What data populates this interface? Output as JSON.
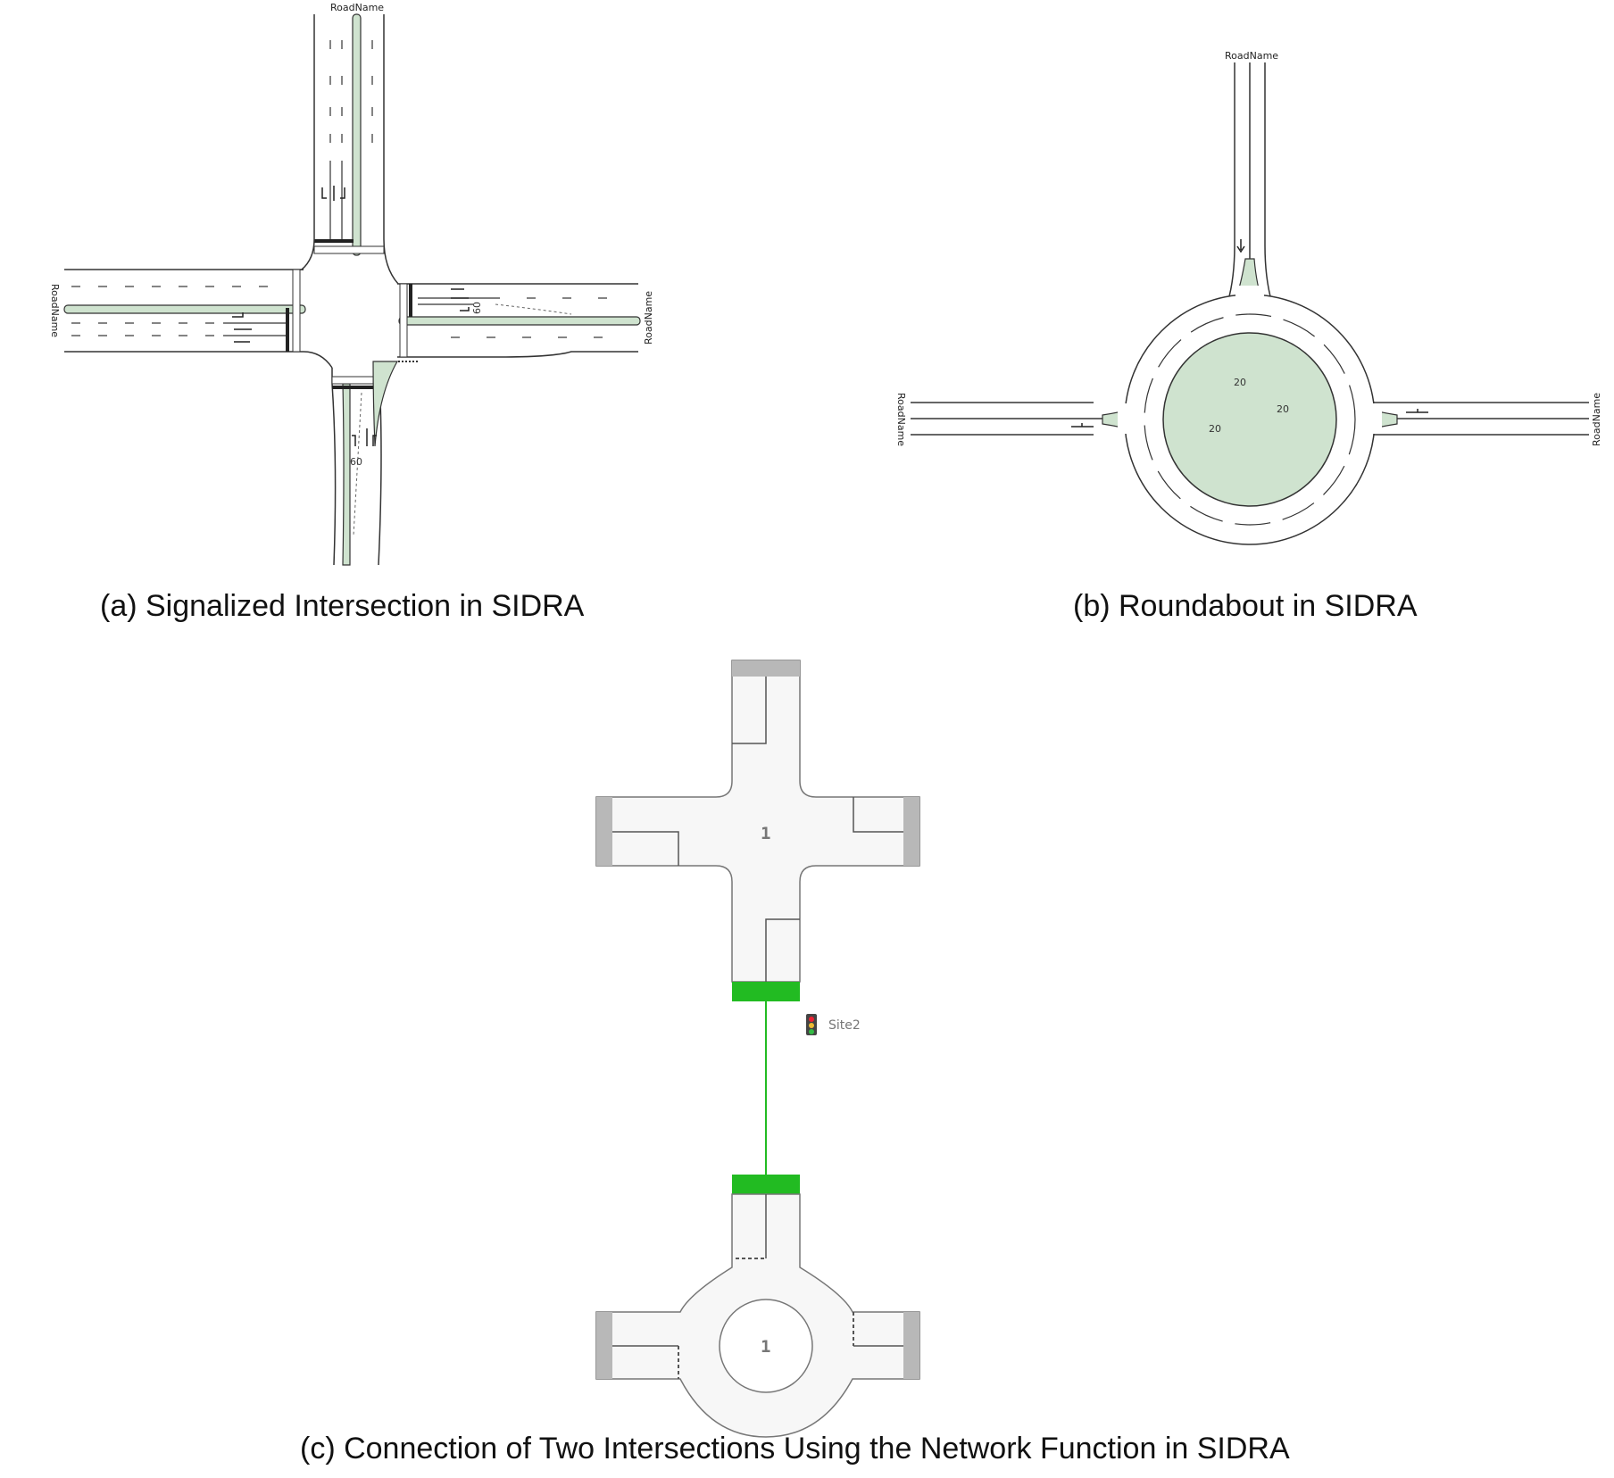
{
  "captions": {
    "a": "(a) Signalized Intersection in SIDRA",
    "b": "(b) Roundabout in SIDRA",
    "c": "(c) Connection of Two Intersections Using the Network Function in SIDRA"
  },
  "panel_a": {
    "road_north": "RoadName",
    "road_west": "RoadName",
    "road_east": "RoadName",
    "speed_east": "60",
    "speed_south": "60"
  },
  "panel_b": {
    "road_north": "RoadName",
    "road_west": "RoadName",
    "road_east": "RoadName",
    "circ_speed_1": "20",
    "circ_speed_2": "20",
    "circ_speed_3": "20"
  },
  "panel_c": {
    "site_top_number": "1",
    "site_bottom_number": "1",
    "link_site_name": "Site2"
  },
  "colors": {
    "island_green": "#cfe3cf",
    "island_outline": "#333333",
    "link_green": "#22bb22",
    "stub_gray": "#b8b8b8",
    "road_surface": "#ffffff",
    "network_road": "#f7f7f7"
  }
}
